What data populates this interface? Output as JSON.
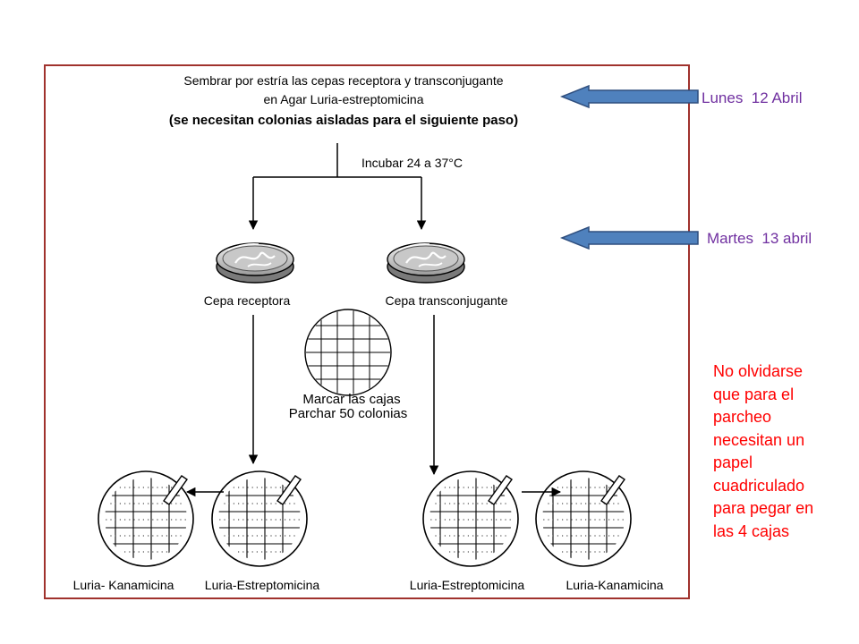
{
  "diagram": {
    "header": {
      "line1": "Sembrar por estría las cepas receptora y transconjugante",
      "line2": "en Agar Luria-estreptomicina",
      "line3": "(se necesitan colonias aisladas para el siguiente paso)"
    },
    "incubate_label": "Incubar 24 a 37°C",
    "plate_left_label": "Cepa receptora",
    "plate_right_label": "Cepa transconjugante",
    "mark_label_1": "Marcar las cajas",
    "mark_label_2": "Parchar 50 colonias",
    "bottom_labels": [
      "Luria- Kanamicina",
      "Luria-Estreptomicina",
      "Luria-Estreptomicina",
      "Luria-Kanamicina"
    ]
  },
  "side": {
    "day1": "Lunes  12 Abril",
    "day2": "Martes  13 abril",
    "note_lines": [
      "No olvidarse",
      "que para el",
      "parcheo",
      "necesitan un",
      "papel",
      "cuadriculado",
      "para pegar en",
      "las 4 cajas"
    ]
  },
  "colors": {
    "frame": "#a0322d",
    "arrow_fill": "#4f81bd",
    "arrow_stroke": "#2f4f7f",
    "day_text": "#7030a0",
    "note_text": "#ff0000"
  }
}
